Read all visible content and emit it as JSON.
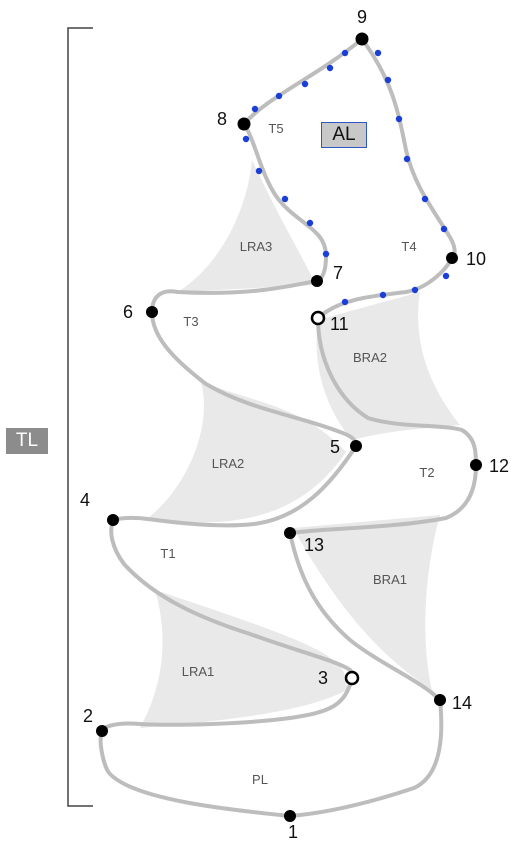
{
  "labels": {
    "total_length": "TL",
    "al": "AL"
  },
  "regions": [
    "T5",
    "T4",
    "LRA3",
    "T3",
    "BRA2",
    "LRA2",
    "T2",
    "T1",
    "BRA1",
    "LRA1",
    "PL"
  ],
  "points": [
    "1",
    "2",
    "3",
    "4",
    "5",
    "6",
    "7",
    "8",
    "9",
    "10",
    "11",
    "12",
    "13",
    "14"
  ],
  "colors": {
    "outline": "#bdbdbd",
    "shade": "#e9e9e9",
    "point": "#000000",
    "blue_dot": "#1a3fd6",
    "badge_tl": "#8c8c8c",
    "badge_al": "#c8c8c8",
    "badge_al_border": "#2a56c6"
  }
}
